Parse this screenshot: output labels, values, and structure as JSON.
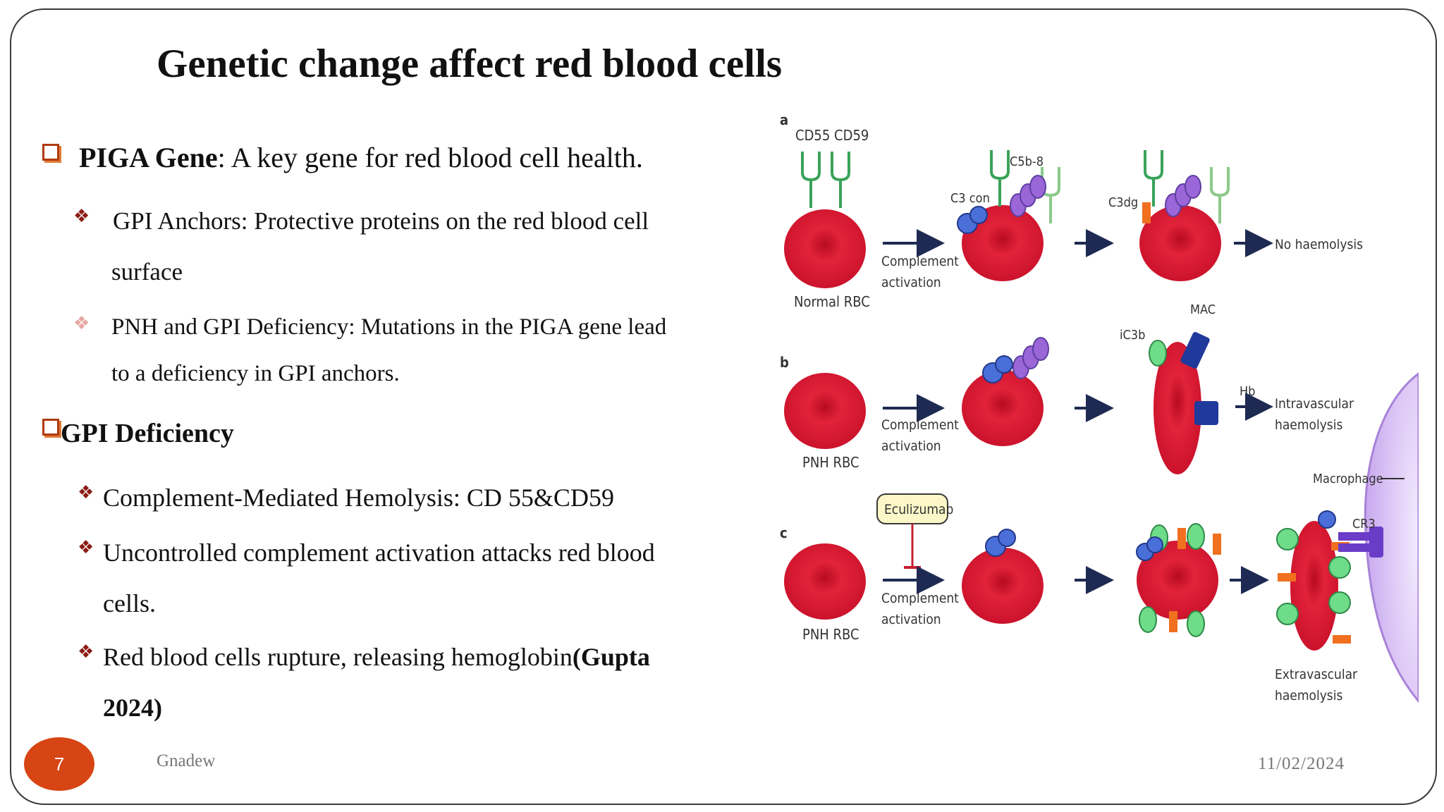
{
  "slide": {
    "title": "Genetic change affect red blood cells",
    "page_number": "7",
    "author": "Gnadew",
    "date": "11/02/2024"
  },
  "content": {
    "b1_bold": "PIGA Gene",
    "b1_rest": ": A key gene for red blood cell health.",
    "s1_line1": " GPI Anchors: Protective proteins on the red blood cell",
    "s1_line2": "surface",
    "s2_line1": "PNH and GPI Deficiency: Mutations in the PIGA gene lead",
    "s2_line2": "to a deficiency in GPI anchors.",
    "b2": "GPI Deficiency",
    "s3": "Complement-Mediated Hemolysis: CD 55&CD59",
    "s4_line1": "Uncontrolled complement activation attacks red blood",
    "s4_line2": "cells.",
    "s5_line1_text": "Red blood cells rupture, releasing hemoglobin",
    "s5_line1_bold": "(Gupta",
    "s5_line2_bold": "2024)"
  },
  "figure": {
    "panel_a": "a",
    "panel_b": "b",
    "panel_c": "c",
    "cd55_cd59": "CD55 CD59",
    "normal_rbc": "Normal RBC",
    "pnh_rbc_b": "PNH RBC",
    "pnh_rbc_c": "PNH RBC",
    "complement": "Complement",
    "activation": "activation",
    "c3con": "C3 con",
    "c5b8": "C5b-8",
    "c3dg": "C3dg",
    "no_haemolysis": "No haemolysis",
    "mac": "MAC",
    "ic3b": "iC3b",
    "hb": "Hb",
    "intravascular": "Intravascular",
    "haemolysis": "haemolysis",
    "macrophage": "Macrophage",
    "eculizumab": "Eculizumab",
    "cr3": "CR3",
    "extravascular": "Extravascular"
  },
  "colors": {
    "bullet_square": "#b03a10",
    "bullet_star": "#8b1c15",
    "page_badge": "#d64513",
    "rbc": "#d7152b"
  },
  "icons": [
    "checkbox-square-icon",
    "four-diamond-star-icon"
  ]
}
